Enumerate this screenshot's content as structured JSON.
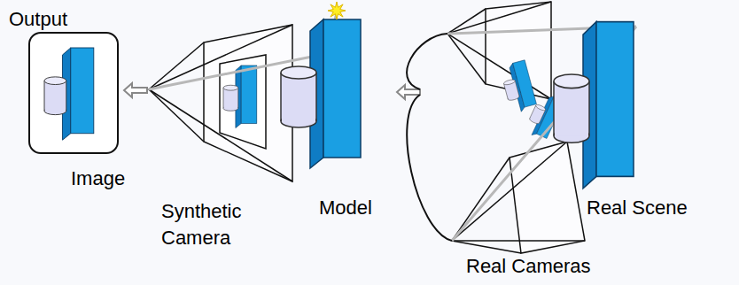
{
  "diagram": {
    "nodes": [
      {
        "text": [
          "Output",
          "Image"
        ]
      }
    ],
    "labels": [
      "Synthetic Camera",
      "Model",
      "Real Scene",
      "Real Cameras"
    ]
  }
}
